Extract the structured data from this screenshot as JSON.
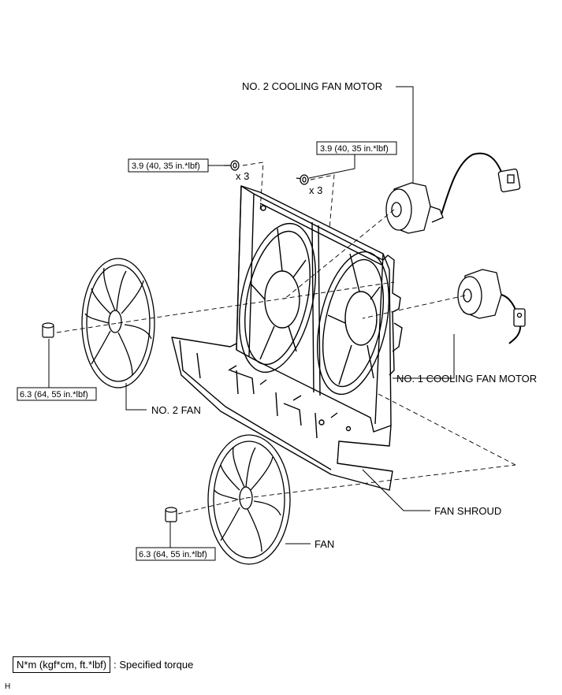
{
  "labels": {
    "no2_motor": "NO. 2 COOLING FAN MOTOR",
    "no1_motor": "NO. 1 COOLING FAN MOTOR",
    "no2_fan": "NO. 2 FAN",
    "fan_shroud": "FAN SHROUD",
    "fan": "FAN"
  },
  "torques": {
    "bolt_left": "3.9 (40, 35 in.*lbf)",
    "bolt_right": "3.9 (40, 35 in.*lbf)",
    "nut_no2_fan": "6.3 (64, 55 in.*lbf)",
    "nut_fan": "6.3 (64, 55 in.*lbf)"
  },
  "quantities": {
    "bolt_left": "x 3",
    "bolt_right": "x 3"
  },
  "legend": {
    "unit_box": "N*m (kgf*cm, ft.*lbf)",
    "text": ": Specified torque"
  },
  "corner_mark": "H"
}
